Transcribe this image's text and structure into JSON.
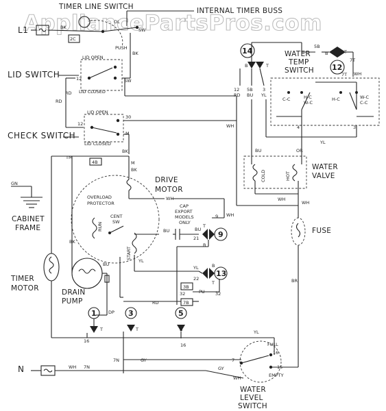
{
  "watermark": "AppliancePartsPros.com",
  "components": {
    "timer_line_switch": "TIMER LINE SWITCH",
    "internal_timer_buss": "INTERNAL TIMER BUSS",
    "lid_switch": "LID SWITCH",
    "check_switch": "CHECK SWITCH",
    "water_temp_switch": [
      "WATER",
      "TEMP",
      "SWITCH"
    ],
    "water_valve": [
      "WATER",
      "VALVE"
    ],
    "drive_motor": [
      "DRIVE",
      "MOTOR"
    ],
    "overload_protector": [
      "OVERLOAD",
      "PROTECTOR"
    ],
    "cap_note": [
      "CAP",
      "EXPORT",
      "MODELS",
      "ONLY"
    ],
    "cabinet_frame": [
      "CABINET",
      "FRAME"
    ],
    "timer_motor": [
      "TIMER",
      "MOTOR"
    ],
    "drain_pump": [
      "DRAIN",
      "PUMP"
    ],
    "fuse": "FUSE",
    "water_level_switch": [
      "WATER",
      "LEVEL",
      "SWITCH"
    ]
  },
  "labels": {
    "l1": "L1",
    "n": "N",
    "push": "PUSH",
    "lid_open": "LID OPEN",
    "lid_closed": "LID CLOSED",
    "cent_sw": [
      "CENT",
      "SW"
    ],
    "run": "RUN",
    "start": "START",
    "cold": "COLD",
    "hot": "HOT",
    "full": "FULL",
    "empty": "EMPTY",
    "valve_cc": "C-C",
    "valve_hc_wc": [
      "H-C",
      "W-C"
    ],
    "valve_hc": "H-C",
    "valve_wc_cc": [
      "W-C",
      "C-C"
    ]
  },
  "terminals": {
    "t_2c": "2C",
    "t_4b": "4B",
    "t_3b": "3B",
    "t_7b": "7B",
    "t_12": "12",
    "t_30": "30",
    "t_m": "M",
    "t_sw": "SW",
    "t_ol": "OL",
    "t_5b": "5B",
    "t_7t": "7T",
    "t_b": "B",
    "t_t": "T",
    "t_9": "9",
    "t_21": "21",
    "t_22": "22",
    "t_32": "32",
    "t_16": "16",
    "t_7": "7",
    "t_15": "15",
    "t_7n": "7N",
    "t_12rd": [
      "12",
      "RD"
    ],
    "t_5bbu": [
      "5B",
      "BU"
    ],
    "t_3yl": [
      "3",
      "YL"
    ],
    "t_4": "4",
    "t_3": "3"
  },
  "wires": {
    "bk": "BK",
    "rd": "RD",
    "wh": "WH",
    "bu": "BU",
    "yl": "YL",
    "gy": "GY",
    "pu": "PU",
    "br": "BR",
    "or": "OR",
    "gn": "GN",
    "tm": "TM",
    "dp": "DP"
  },
  "timer_cams": [
    "1",
    "3",
    "5",
    "9",
    "12",
    "13",
    "14"
  ]
}
